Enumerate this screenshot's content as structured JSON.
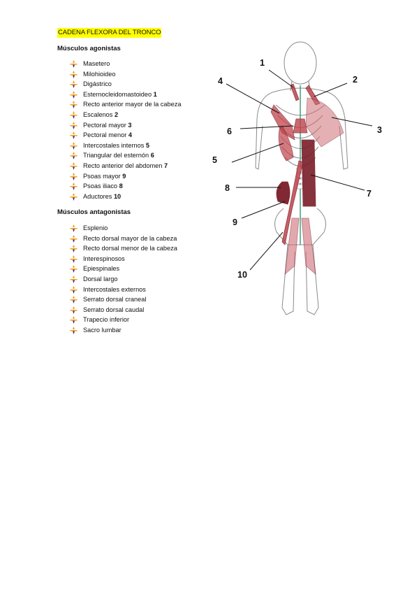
{
  "document": {
    "title": "CADENA FLEXORA DEL TRONCO",
    "agonists": {
      "heading": "Músculos agonistas",
      "items": [
        {
          "label": "Masetero",
          "num": ""
        },
        {
          "label": "Milohioideo",
          "num": ""
        },
        {
          "label": "Digástrico",
          "num": ""
        },
        {
          "label": "Esternocleidomastoideo",
          "num": "1"
        },
        {
          "label": "Recto anterior mayor de la cabeza",
          "num": ""
        },
        {
          "label": "Escalenos",
          "num": "2"
        },
        {
          "label": "Pectoral mayor",
          "num": "3"
        },
        {
          "label": "Pectoral menor",
          "num": "4"
        },
        {
          "label": "Intercostales internos",
          "num": "5"
        },
        {
          "label": "Triangular del esternón",
          "num": "6"
        },
        {
          "label": "Recto anterior del abdomen",
          "num": "7"
        },
        {
          "label": "Psoas mayor",
          "num": "9"
        },
        {
          "label": "Psoas iliaco",
          "num": "8"
        },
        {
          "label": "Aductores",
          "num": "10"
        }
      ]
    },
    "antagonists": {
      "heading": "Músculos antagonistas",
      "items": [
        {
          "label": "Esplenio"
        },
        {
          "label": "Recto dorsal mayor de la cabeza"
        },
        {
          "label": "Recto dorsal menor de la cabeza"
        },
        {
          "label": "Interespinosos"
        },
        {
          "label": "Epiespinales"
        },
        {
          "label": "Dorsal largo"
        },
        {
          "label": "Intercostales externos"
        },
        {
          "label": "Serrato dorsal craneal"
        },
        {
          "label": "Serrato dorsal caudal"
        },
        {
          "label": "Trapecio inferior"
        },
        {
          "label": "Sacro lumbar"
        }
      ]
    },
    "figure": {
      "callouts": [
        "1",
        "2",
        "3",
        "4",
        "5",
        "6",
        "7",
        "8",
        "9",
        "10"
      ],
      "colors": {
        "muscle": "#c0424a",
        "muscle_dark": "#7a1e2a",
        "bone_outline": "#8a8a8a",
        "spine": "#3fa27a"
      }
    }
  },
  "colors": {
    "highlight": "#ffff00",
    "bullet_orange": "#f4a21c",
    "bullet_purple": "#3b2a8c"
  }
}
